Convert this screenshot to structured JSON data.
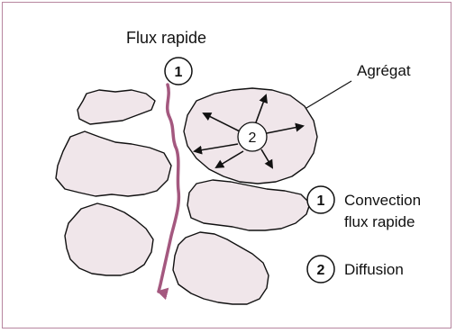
{
  "title": "Flux rapide",
  "aggregate_label": "Agrégat",
  "center_marker": "2",
  "flow_marker": "1",
  "legend": [
    {
      "number": "1",
      "text_line1": "Convection",
      "text_line2": "flux rapide"
    },
    {
      "number": "2",
      "text_line1": "Diffusion",
      "text_line2": ""
    }
  ],
  "colors": {
    "frame": "#b7869f",
    "aggregate_fill": "#f0e6ea",
    "flow_arrow": "#a4587f",
    "outline": "#111111"
  }
}
